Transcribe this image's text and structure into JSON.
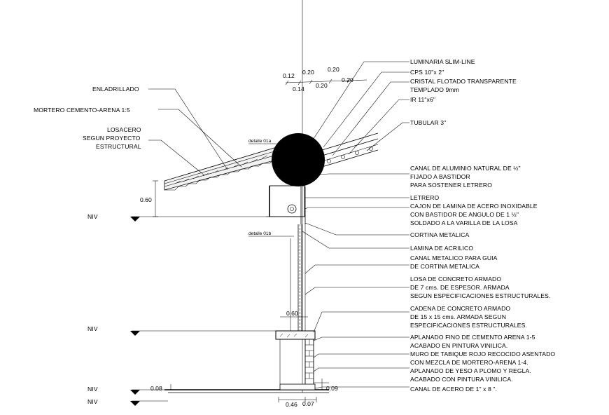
{
  "labels": {
    "left": {
      "enladrillado": "ENLADRILLADO",
      "mortero": "MORTERO CEMENTO-ARENA 1:5",
      "losacero_1": "LOSACERO",
      "losacero_2": "SEGUN PROYECTO",
      "losacero_3": "ESTRUCTURAL"
    },
    "right": {
      "luminaria": "LUMINARIA SLIM-LINE",
      "cps": "CPS 10\"x 2\"",
      "cristal_1": "CRISTAL FLOTADO TRANSPARENTE",
      "cristal_2": "TEMPLADO 9mm",
      "ir": "IR 11\"x6\"",
      "tubular": "TUBULAR 3\"",
      "canal_1": "CANAL DE ALUMINIO NATURAL DE ½\"",
      "canal_2": "FIJADO A BASTIDOR",
      "canal_3": "PARA SOSTENER LETRERO",
      "letrero": "LETRERO",
      "cajon_1": "CAJON DE LAMINA DE ACERO INOXIDABLE",
      "cajon_2": "CON BASTIDOR DE ANGULO DE 1 ½\"",
      "cajon_3": "SOLDADO A LA VARILLA DE LA LOSA",
      "cortina": "CORTINA METALICA",
      "lamina": "LAMINA DE ACRILICO",
      "canalguia_1": "CANAL METALICO PARA GUIA",
      "canalguia_2": "DE CORTINA METALICA",
      "losa_1": "LOSA DE CONCRETO ARMADO",
      "losa_2": "DE 7 cms. DE ESPESOR. ARMADA",
      "losa_3": "SEGUN ESPECIFICACIONES ESTRUCTURALES.",
      "cadena_1": "CADENA  DE CONCRETO ARMADO",
      "cadena_2": "DE 15 x 15 cms. ARMADA SEGUN",
      "cadena_3": "ESPECIFICACIONES ESTRUCTURALES.",
      "aplanado_1": "APLANADO FINO DE CEMENTO ARENA 1-5",
      "aplanado_2": "ACABADO EN PINTURA VINILICA.",
      "muro_1": "MURO DE TABIQUE ROJO RECOCIDO ASENTADO",
      "muro_2": "CON MEZCLA DE MORTERO-ARENA 1-4.",
      "yeso_1": "APLANADO DE YESO A PLOMO Y REGLA.",
      "yeso_2": "ACABADO CON PINTURA VINILICA.",
      "canalacero": "CANAL DE ACERO DE 1\" x 8 \"."
    },
    "detalle_01a": "detalle 01a",
    "detalle_01b": "detalle 01b",
    "niv": "NIV"
  },
  "dimensions": {
    "d012": "0.12",
    "d020a": "0.20",
    "d020b": "0.20",
    "d014": "0.14",
    "d020c": "0.20",
    "d020d": "0.20",
    "d060": "0.60",
    "d060b": "0.60",
    "d008": "0.08",
    "d009": "0.09",
    "d046": "0.46",
    "d007": "0.07"
  }
}
